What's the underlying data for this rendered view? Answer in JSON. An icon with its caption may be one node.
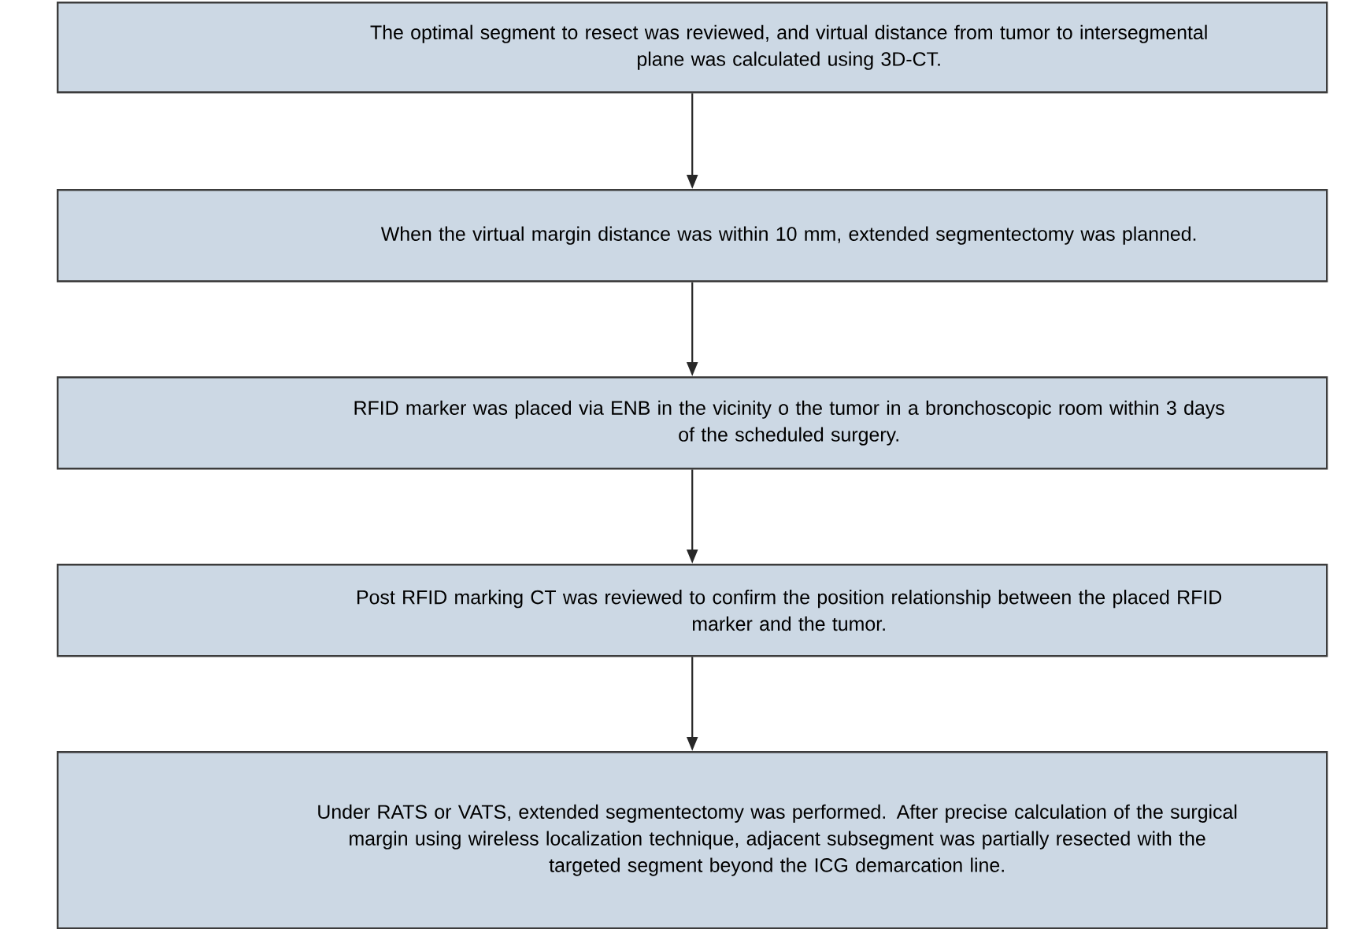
{
  "diagram": {
    "nodes": [
      {
        "text": [
          "The optimal segment to resect was reviewed, and virtual distance from tumor to intersegmental plane was calculated using 3D-CT."
        ]
      },
      {
        "text": [
          "When the virtual margin distance was within 10 mm, extended segmentectomy was planned."
        ]
      },
      {
        "text": [
          "RFID marker was placed via ENB in the vicinity o the tumor in a bronchoscopic room within 3 days of the scheduled surgery."
        ]
      },
      {
        "text": [
          "Post RFID marking CT was reviewed to confirm the position relationship between the placed RFID marker and the tumor."
        ]
      },
      {
        "text": [
          "Under RATS or VATS, extended segmentectomy was performed. After precise calculation of the surgical margin using wireless localization technique, adjacent subsegment was partially resected with the targeted segment beyond the ICG demarcation line."
        ]
      }
    ],
    "edges": [
      {
        "from": 0,
        "to": 1,
        "arrow": "to"
      },
      {
        "from": 1,
        "to": 2,
        "arrow": "to"
      },
      {
        "from": 2,
        "to": 3,
        "arrow": "to"
      },
      {
        "from": 3,
        "to": 4,
        "arrow": "to"
      }
    ]
  }
}
